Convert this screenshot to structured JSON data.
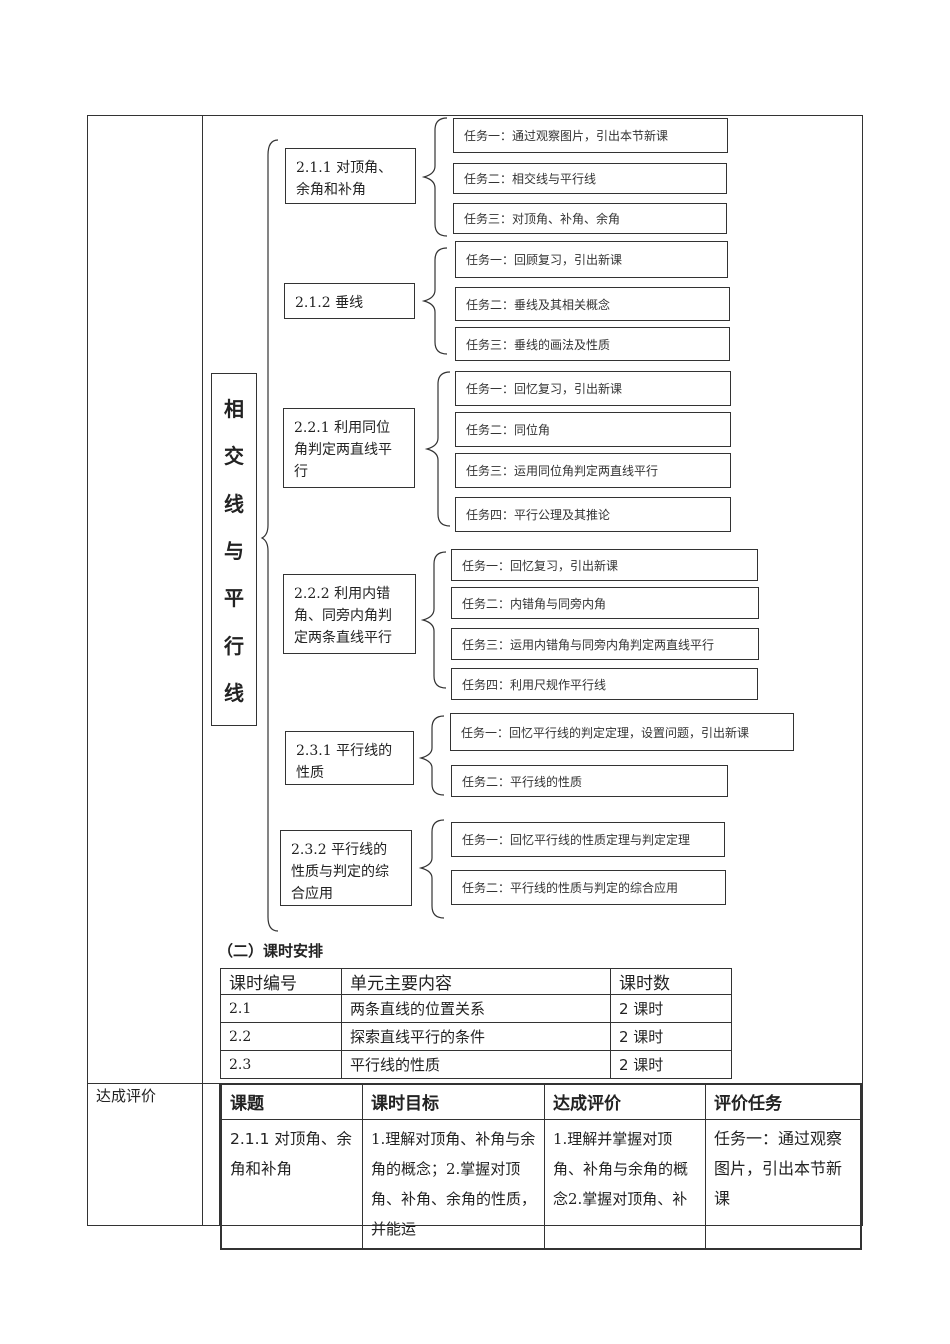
{
  "outline": {
    "vertical_title": [
      "相",
      "交",
      "线",
      "与",
      "平",
      "行",
      "线"
    ],
    "sections": [
      {
        "label": "2.1.1 对顶角、余角和补角",
        "tasks": [
          "任务一：通过观察图片，引出本节新课",
          "任务二：相交线与平行线",
          "任务三：对顶角、补角、余角"
        ]
      },
      {
        "label": "2.1.2 垂线",
        "tasks": [
          "任务一：回顾复习，引出新课",
          "任务二：垂线及其相关概念",
          "任务三：垂线的画法及性质"
        ]
      },
      {
        "label": "2.2.1 利用同位角判定两直线平行",
        "tasks": [
          "任务一：回忆复习，引出新课",
          "任务二：同位角",
          "任务三：运用同位角判定两直线平行",
          "任务四：平行公理及其推论"
        ]
      },
      {
        "label": "2.2.2 利用内错角、同旁内角判定两条直线平行",
        "tasks": [
          "任务一：回忆复习，引出新课",
          "任务二：内错角与同旁内角",
          "任务三：运用内错角与同旁内角判定两直线平行",
          "任务四：利用尺规作平行线"
        ]
      },
      {
        "label": "2.3.1 平行线的性质",
        "tasks": [
          "任务一：回忆平行线的判定定理，设置问题，引出新课",
          "任务二：平行线的性质"
        ]
      },
      {
        "label": "2.3.2 平行线的性质与判定的综合应用",
        "tasks": [
          "任务一：回忆平行线的性质定理与判定定理",
          "任务二：平行线的性质与判定的综合应用"
        ]
      }
    ]
  },
  "schedule": {
    "heading": "（二）课时安排",
    "headers": [
      "课时编号",
      "单元主要内容",
      "课时数"
    ],
    "rows": [
      [
        "2.1",
        "两条直线的位置关系",
        "2 课时"
      ],
      [
        "2.2",
        "探索直线平行的条件",
        "2 课时"
      ],
      [
        "2.3",
        "平行线的性质",
        "2 课时"
      ]
    ]
  },
  "evaluation": {
    "left_label": "达成评价",
    "headers": [
      "课题",
      "课时目标",
      "达成评价",
      "评价任务"
    ],
    "row": {
      "topic": "2.1.1 对顶角、余角和补角",
      "goal": "1.理解对顶角、补角与余角的概念；2.掌握对顶角、补角、余角的性质，并能运",
      "assessment": "1.理解并掌握对顶角、补角与余角的概念2.掌握对顶角、补",
      "task": "任务一：通过观察图片，引出本节新课"
    }
  }
}
